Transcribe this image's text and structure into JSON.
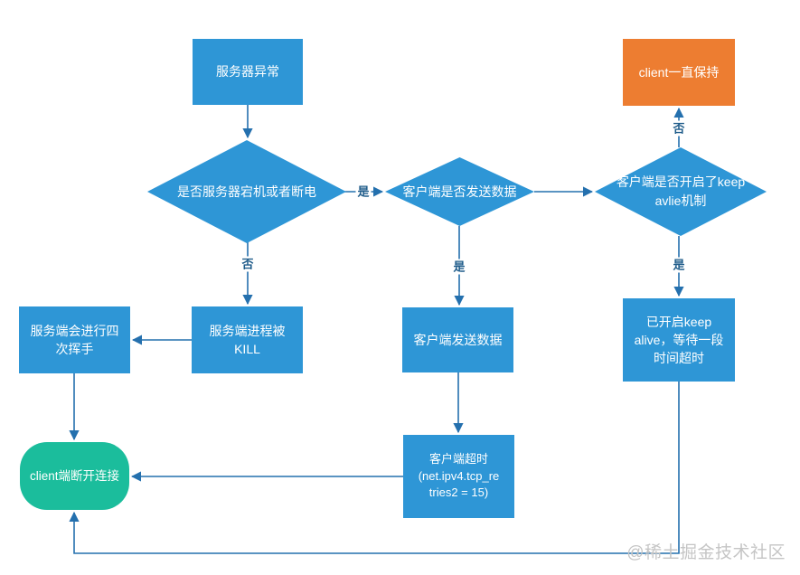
{
  "colors": {
    "node_blue": "#2E96D6",
    "node_orange": "#ED7D31",
    "node_green": "#1BBD9C",
    "line": "#2470AE",
    "edge_label_ink": "#1F5C8A",
    "node_text": "#FFFFFF",
    "watermark_gray": "#C5C5C5",
    "background": "#FFFFFF"
  },
  "nodes": {
    "server_error": {
      "label": "服务器异常"
    },
    "decision_server_down": {
      "label": "是否服务器宕机或者断电"
    },
    "decision_client_send": {
      "label": "客户端是否发送数据"
    },
    "decision_keepalive": {
      "label": "客户端是否开启了keep\navlie机制"
    },
    "client_keep_alive_forever": {
      "label": "client一直保持"
    },
    "server_process_killed": {
      "label": "服务端进程被\nKILL"
    },
    "server_four_way_wave": {
      "label": "服务端会进行四\n次挥手"
    },
    "client_send_data": {
      "label": "客户端发送数据"
    },
    "client_timeout": {
      "label": "客户端超时\n(net.ipv4.tcp_re\ntries2 = 15)"
    },
    "keepalive_timeout_wait": {
      "label": "已开启keep\nalive，等待一段\n时间超时"
    },
    "client_disconnect": {
      "label": "client端断开连接"
    }
  },
  "edge_labels": {
    "server_down_yes": "是",
    "server_down_no": "否",
    "client_send_yes": "是",
    "keepalive_no": "否",
    "keepalive_yes": "是"
  },
  "watermark": "@稀土掘金技术社区"
}
